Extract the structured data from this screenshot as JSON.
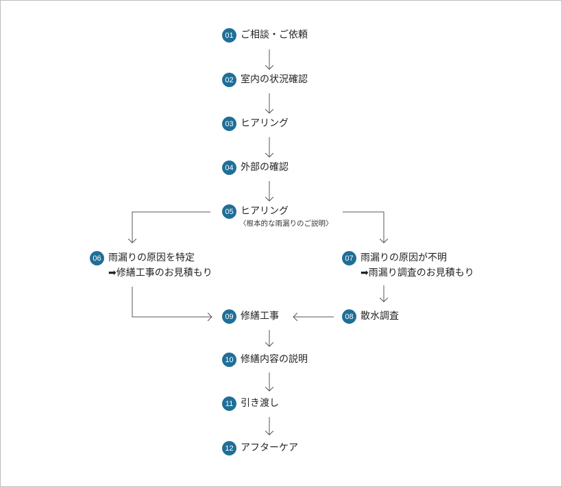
{
  "steps": [
    {
      "num": "01",
      "label": "ご相談・ご依頼"
    },
    {
      "num": "02",
      "label": "室内の状況確認"
    },
    {
      "num": "03",
      "label": "ヒアリング"
    },
    {
      "num": "04",
      "label": "外部の確認"
    },
    {
      "num": "05",
      "label": "ヒアリング",
      "note": "〈根本的な雨漏りのご説明〉"
    },
    {
      "num": "06",
      "label": "雨漏りの原因を特定",
      "label2": "➡修繕工事のお見積もり"
    },
    {
      "num": "07",
      "label": "雨漏りの原因が不明",
      "label2": "➡雨漏り調査のお見積もり"
    },
    {
      "num": "08",
      "label": "散水調査"
    },
    {
      "num": "09",
      "label": "修繕工事"
    },
    {
      "num": "10",
      "label": "修繕内容の説明"
    },
    {
      "num": "11",
      "label": "引き渡し"
    },
    {
      "num": "12",
      "label": "アフターケア"
    }
  ],
  "colors": {
    "badge": "#1f6f98",
    "line": "#555555",
    "border": "#bdbdbd"
  }
}
